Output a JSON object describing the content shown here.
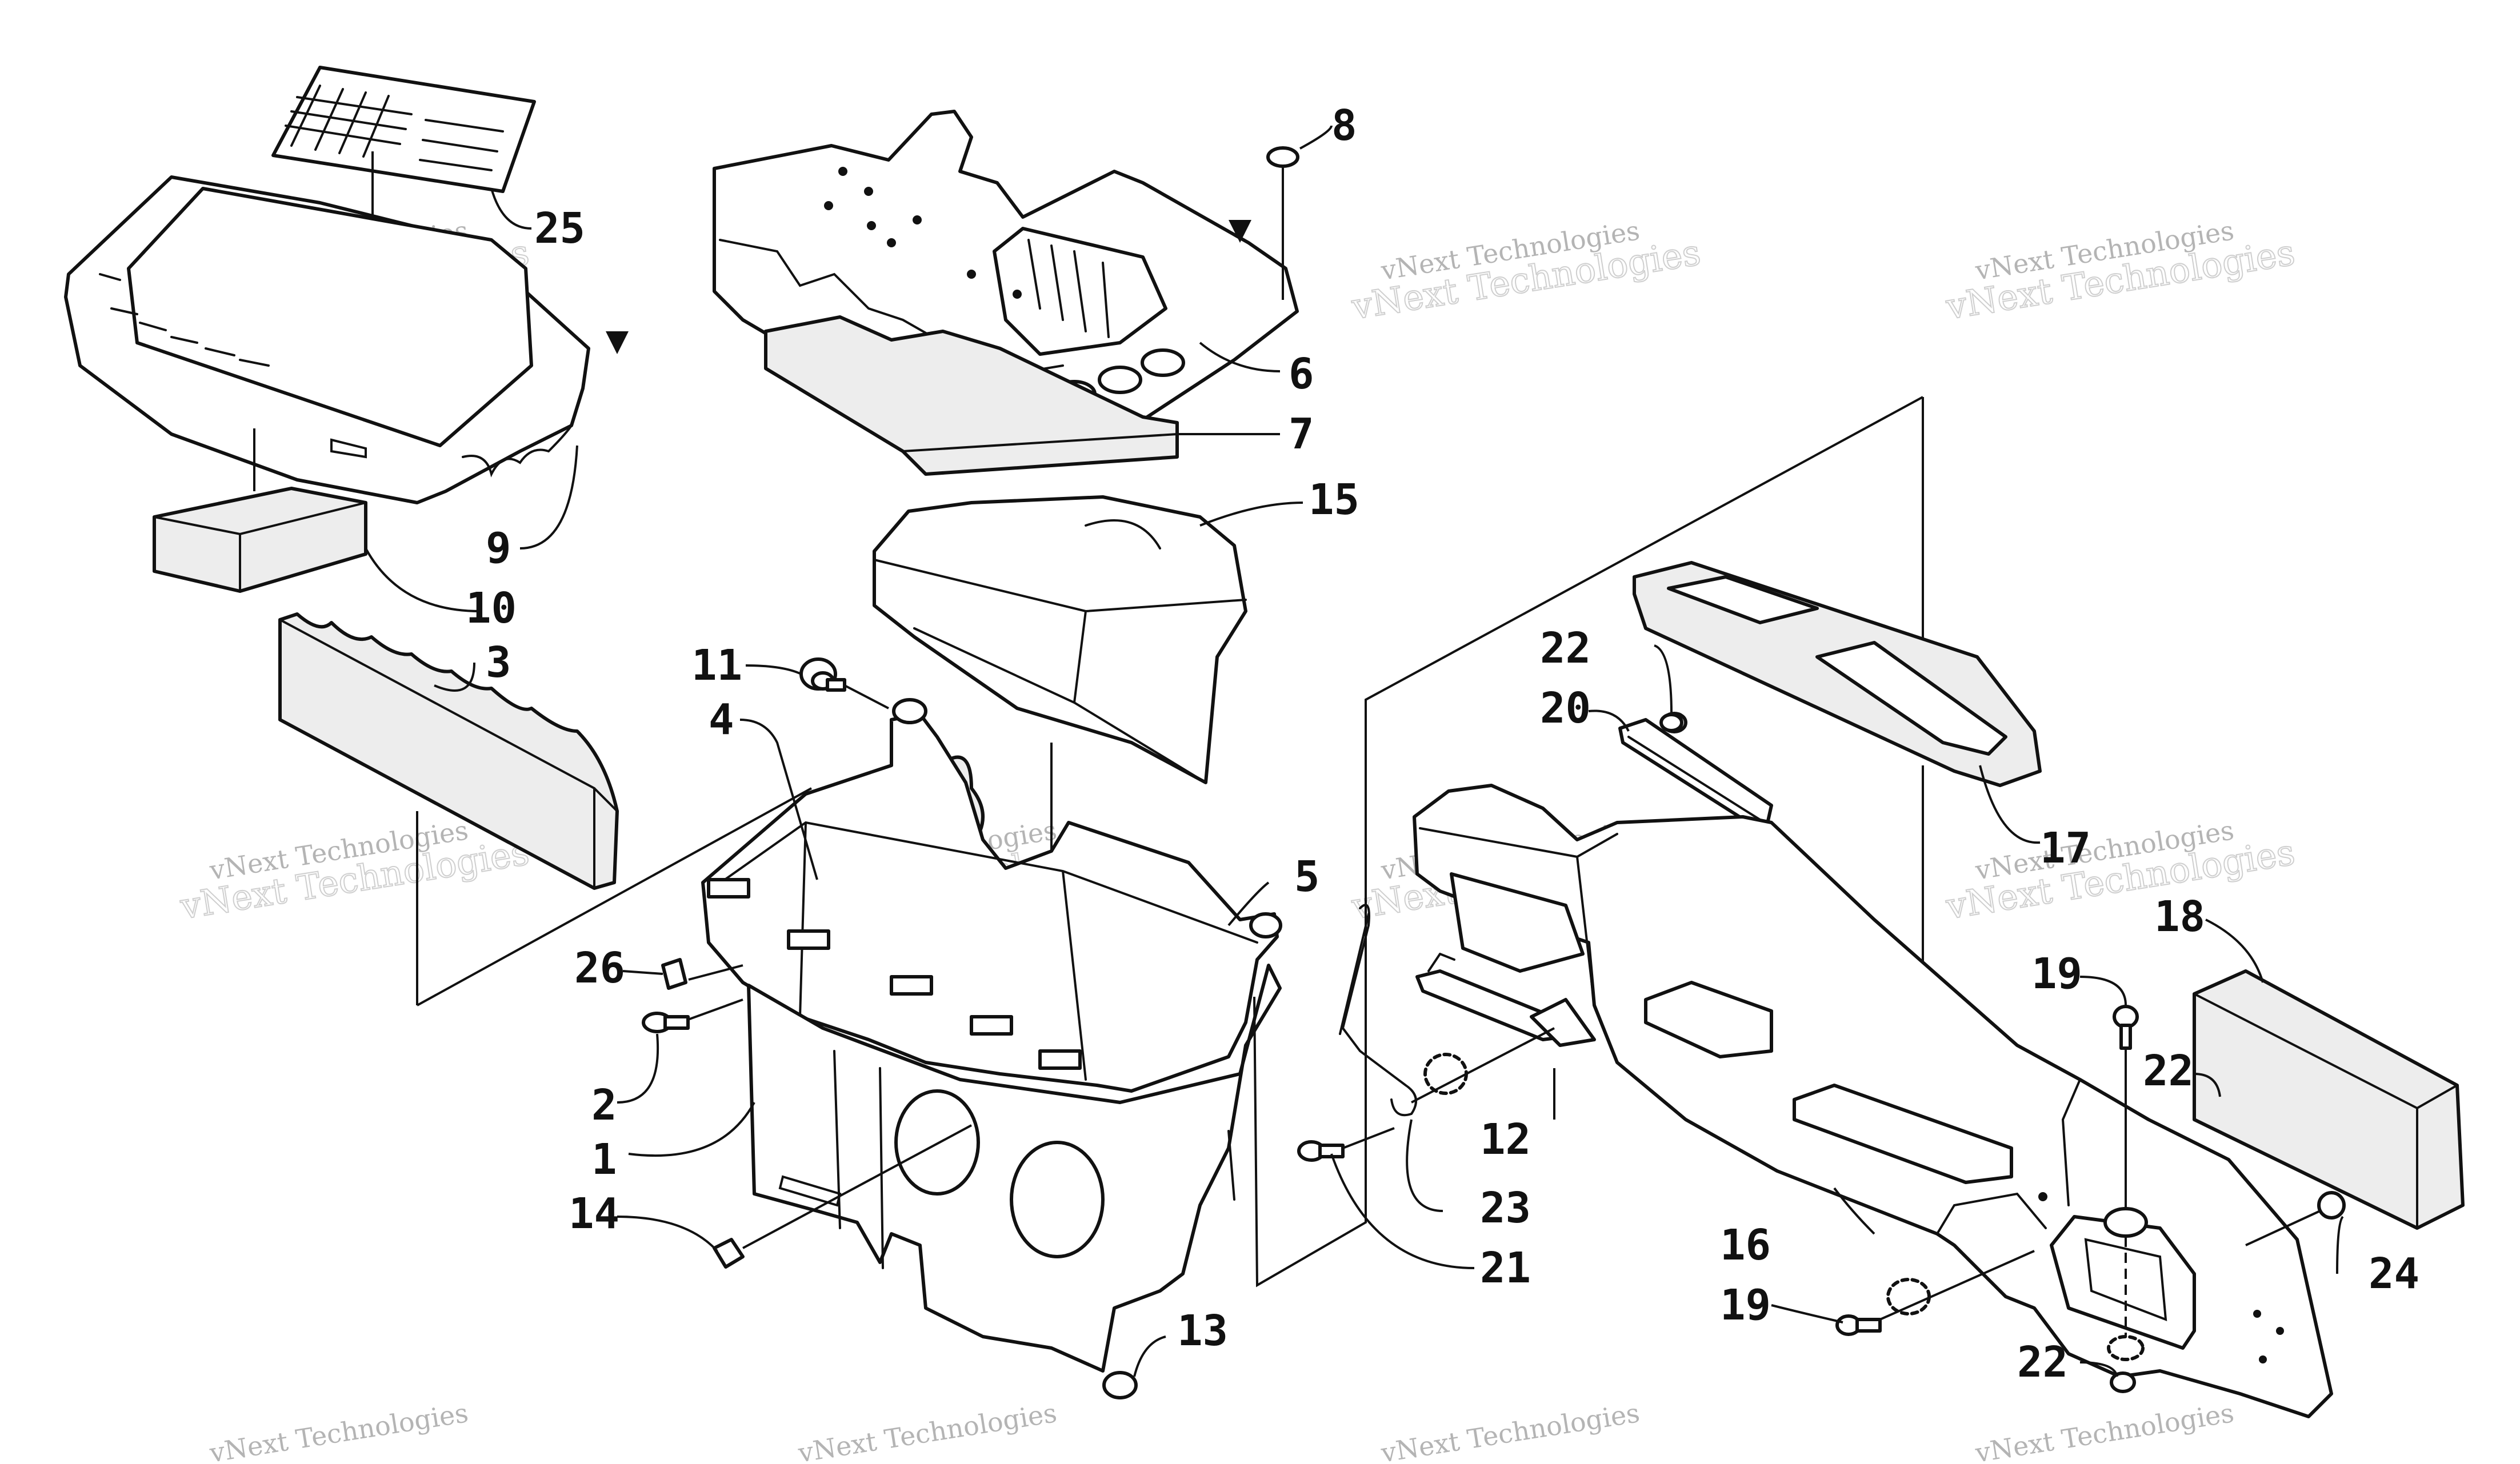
{
  "labels": {
    "l1": "1",
    "l2": "2",
    "l3": "3",
    "l4": "4",
    "l5": "5",
    "l6": "6",
    "l7": "7",
    "l8": "8",
    "l9": "9",
    "l10": "10",
    "l11": "11",
    "l12": "12",
    "l13": "13",
    "l14": "14",
    "l15": "15",
    "l16": "16",
    "l17": "17",
    "l18": "18",
    "l19a": "19",
    "l19b": "19",
    "l20": "20",
    "l21": "21",
    "l22a": "22",
    "l22b": "22",
    "l22c": "22",
    "l23": "23",
    "l24": "24",
    "l25": "25",
    "l26": "26"
  },
  "watermark": {
    "line1": "vNext Technologies",
    "line2": "vNext Technologies"
  },
  "colors": {
    "ink": "#111111",
    "foam": "#ededed",
    "watermark": "#b4b4b4"
  }
}
